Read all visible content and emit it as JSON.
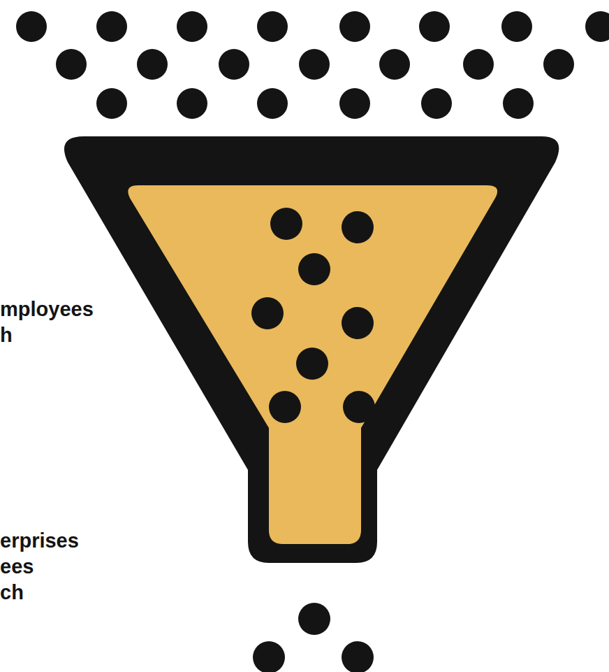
{
  "diagram": {
    "labels": [
      "mployees",
      "h",
      "erprises",
      "ees",
      "ch"
    ]
  }
}
